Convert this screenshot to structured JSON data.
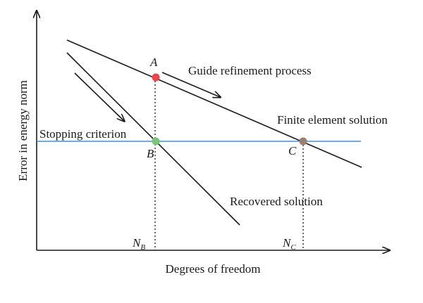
{
  "axes": {
    "y_label": "Error in energy norm",
    "x_label": "Degrees of freedom"
  },
  "lines": {
    "finite_element": "Finite element solution",
    "recovered": "Recovered solution",
    "stopping": "Stopping criterion",
    "guide": "Guide refinement process"
  },
  "points": {
    "a": {
      "label": "A",
      "color": "#e8474c"
    },
    "b": {
      "label": "B",
      "color": "#7bc47a"
    },
    "c": {
      "label": "C",
      "color": "#9a7f74"
    }
  },
  "ticks": {
    "nb_main": "N",
    "nb_sub": "B",
    "nc_main": "N",
    "nc_sub": "C"
  },
  "colors": {
    "ink": "#1a1a1a",
    "stopping_line": "#4a8fd6"
  }
}
